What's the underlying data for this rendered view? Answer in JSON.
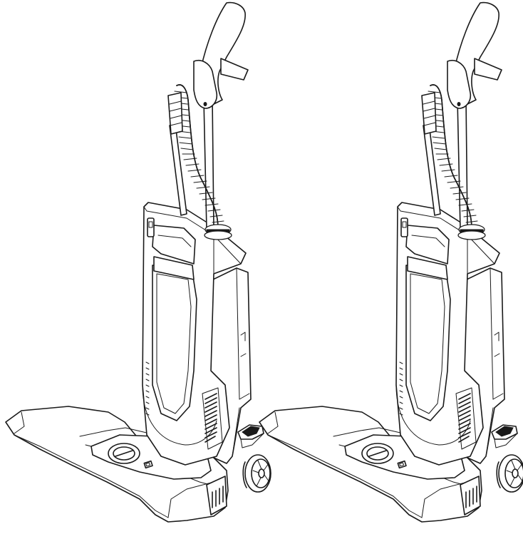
{
  "figure": {
    "illustrations": [
      {
        "name": "upright-vacuum-left",
        "depicts": "upright-vacuum-cleaner"
      },
      {
        "name": "upright-vacuum-right",
        "depicts": "upright-vacuum-cleaner"
      }
    ],
    "colors": {
      "line": "#1a1a1a",
      "background": "#ffffff"
    }
  }
}
